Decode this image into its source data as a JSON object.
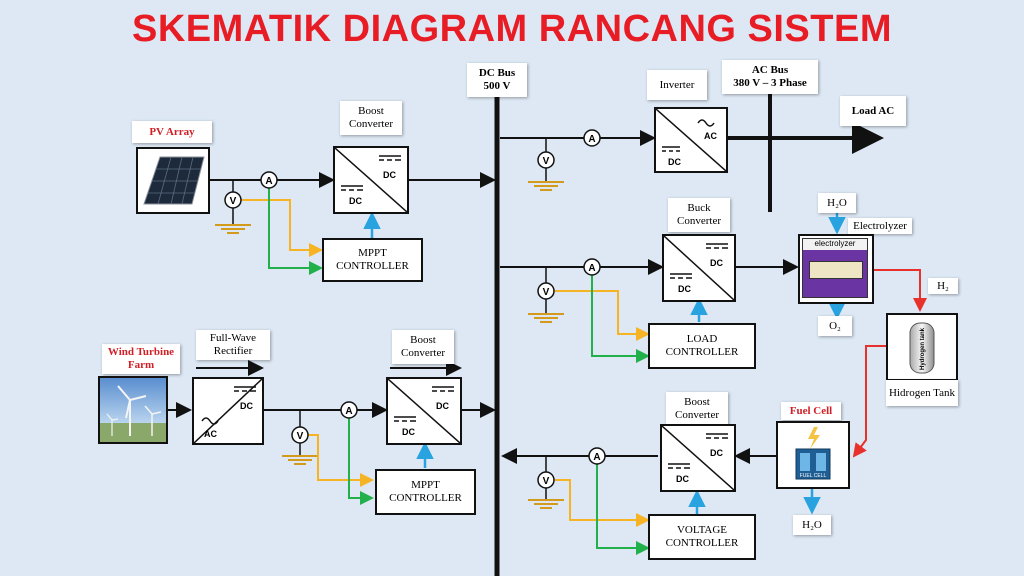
{
  "title": "SKEMATIK DIAGRAM RANCANG SISTEM",
  "dc_bus": {
    "line1": "DC Bus",
    "line2": "500 V"
  },
  "ac_bus": {
    "line1": "AC Bus",
    "line2": "380 V – 3 Phase"
  },
  "load_ac": "Load AC",
  "inverter": {
    "label": "Inverter",
    "dc": "DC",
    "ac": "AC"
  },
  "pv": {
    "label": "PV Array"
  },
  "boost1": {
    "label": "Boost Converter",
    "dc_in": "DC",
    "dc_out": "DC"
  },
  "mppt1": {
    "line1": "MPPT",
    "line2": "CONTROLLER"
  },
  "wind": {
    "label": "Wind Turbine Farm"
  },
  "rectifier": {
    "label": "Full-Wave Rectifier",
    "ac": "AC",
    "dc": "DC"
  },
  "boost2": {
    "label": "Boost Converter",
    "dc_in": "DC",
    "dc_out": "DC"
  },
  "mppt2": {
    "line1": "MPPT",
    "line2": "CONTROLLER"
  },
  "buck": {
    "label": "Buck Converter",
    "dc_in": "DC",
    "dc_out": "DC"
  },
  "load_ctrl": {
    "line1": "LOAD",
    "line2": "CONTROLLER"
  },
  "h2o_in": "H₂O",
  "electrolyzer": {
    "label": "Electrolyzer",
    "inner": "electrolyzer"
  },
  "o2": "O₂",
  "h2": "H₂",
  "tank": {
    "label": "Hidrogen Tank",
    "inner": "Hydrogen tank"
  },
  "fuel_cell": {
    "label": "Fuel Cell",
    "inner": "FUEL CELL"
  },
  "h2o_out": "H₂O",
  "boost3": {
    "label": "Boost Converter",
    "dc_in": "DC",
    "dc_out": "DC"
  },
  "volt_ctrl": {
    "line1": "VOLTAGE",
    "line2": "CONTROLLER"
  },
  "meter_a": "A",
  "meter_v": "V",
  "colors": {
    "title": "#e81c24",
    "sense_current": "#f6b323",
    "sense_voltage": "#22b04b",
    "control": "#29a3df",
    "hydrogen": "#e8312a",
    "background": "#dde8f4"
  }
}
